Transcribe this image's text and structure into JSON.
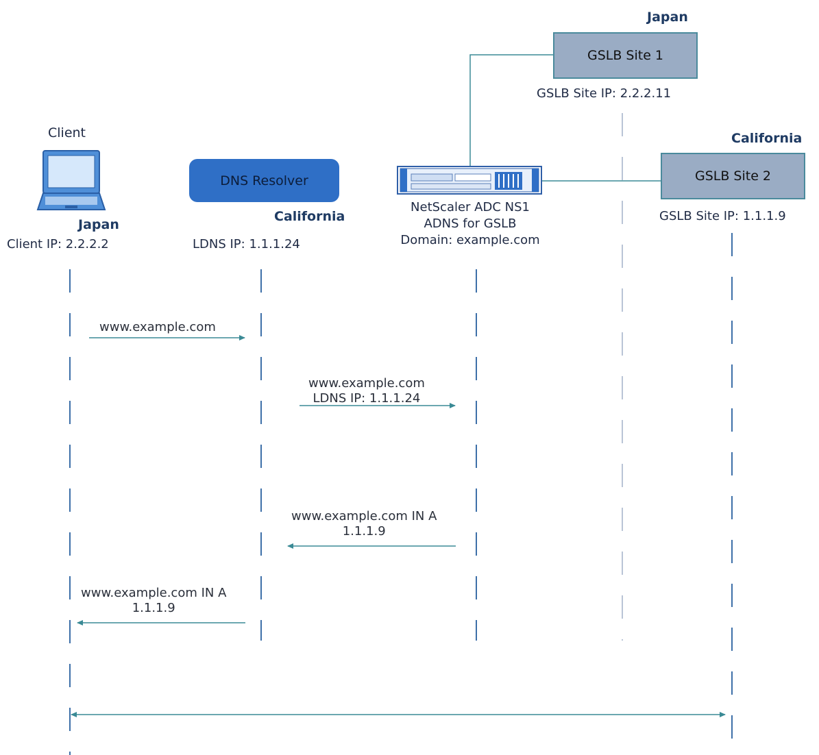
{
  "client": {
    "title": "Client",
    "region": "Japan",
    "ip": "Client IP: 2.2.2.2"
  },
  "dns_resolver": {
    "label": "DNS Resolver",
    "region": "California",
    "ip": "LDNS IP: 1.1.1.24"
  },
  "netscaler": {
    "line1": "NetScaler ADC NS1",
    "line2": "ADNS for GSLB",
    "line3": "Domain: example.com"
  },
  "site1": {
    "region": "Japan",
    "label": "GSLB Site 1",
    "ip": "GSLB Site IP: 2.2.2.11"
  },
  "site2": {
    "region": "California",
    "label": "GSLB Site 2",
    "ip": "GSLB Site IP: 1.1.1.9"
  },
  "messages": [
    {
      "lines": [
        "www.example.com"
      ]
    },
    {
      "lines": [
        "www.example.com",
        "LDNS IP: 1.1.1.24"
      ]
    },
    {
      "lines": [
        "www.example.com IN A",
        "1.1.1.9"
      ]
    },
    {
      "lines": [
        "www.example.com IN A",
        "1.1.1.9"
      ]
    }
  ],
  "colors": {
    "arrow": "#3a8a95",
    "lifeline": "#3d6fa8",
    "site_box": "#9aacc4",
    "dns_box": "#2f6fc6",
    "laptop": "#4f8fd8"
  }
}
